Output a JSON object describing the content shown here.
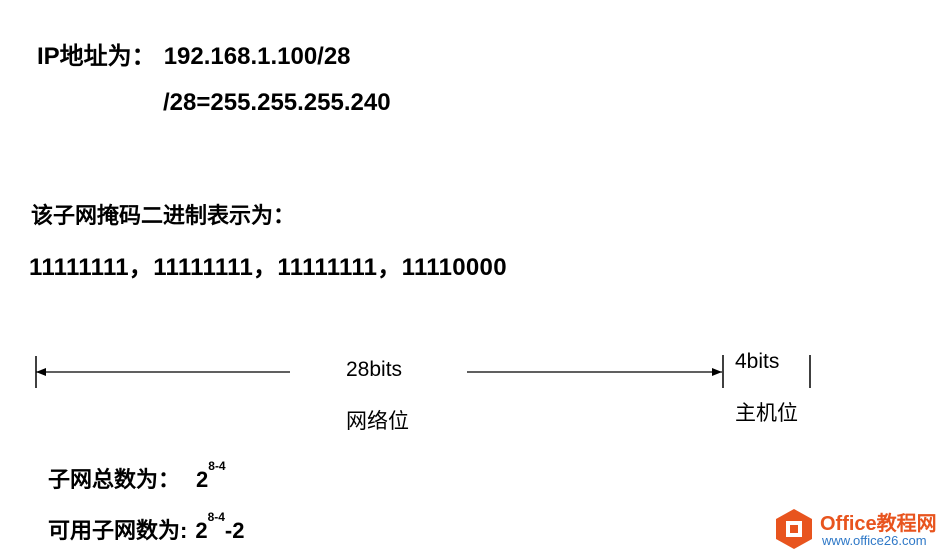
{
  "ip_line": {
    "label": "IP地址为：",
    "value": "192.168.1.100/28"
  },
  "mask_line": {
    "value": "/28=255.255.255.240"
  },
  "binary_heading": "该子网掩码二进制表示为：",
  "binary_value": "11111111，11111111，11111111，11110000",
  "diagram": {
    "network_bits": "28bits",
    "network_label": "网络位",
    "host_bits": "4bits",
    "host_label": "主机位"
  },
  "subnet_total": {
    "label": "子网总数为：",
    "base": "2",
    "exponent": "8-4"
  },
  "usable_subnets": {
    "label": "可用子网数为:",
    "base": "2",
    "exponent": "8-4",
    "suffix": "-2"
  },
  "watermark": {
    "brand": "Office教程网",
    "url": "www.office26.com",
    "colors": {
      "brand": "#e8541e",
      "url": "#2e78c7"
    }
  }
}
